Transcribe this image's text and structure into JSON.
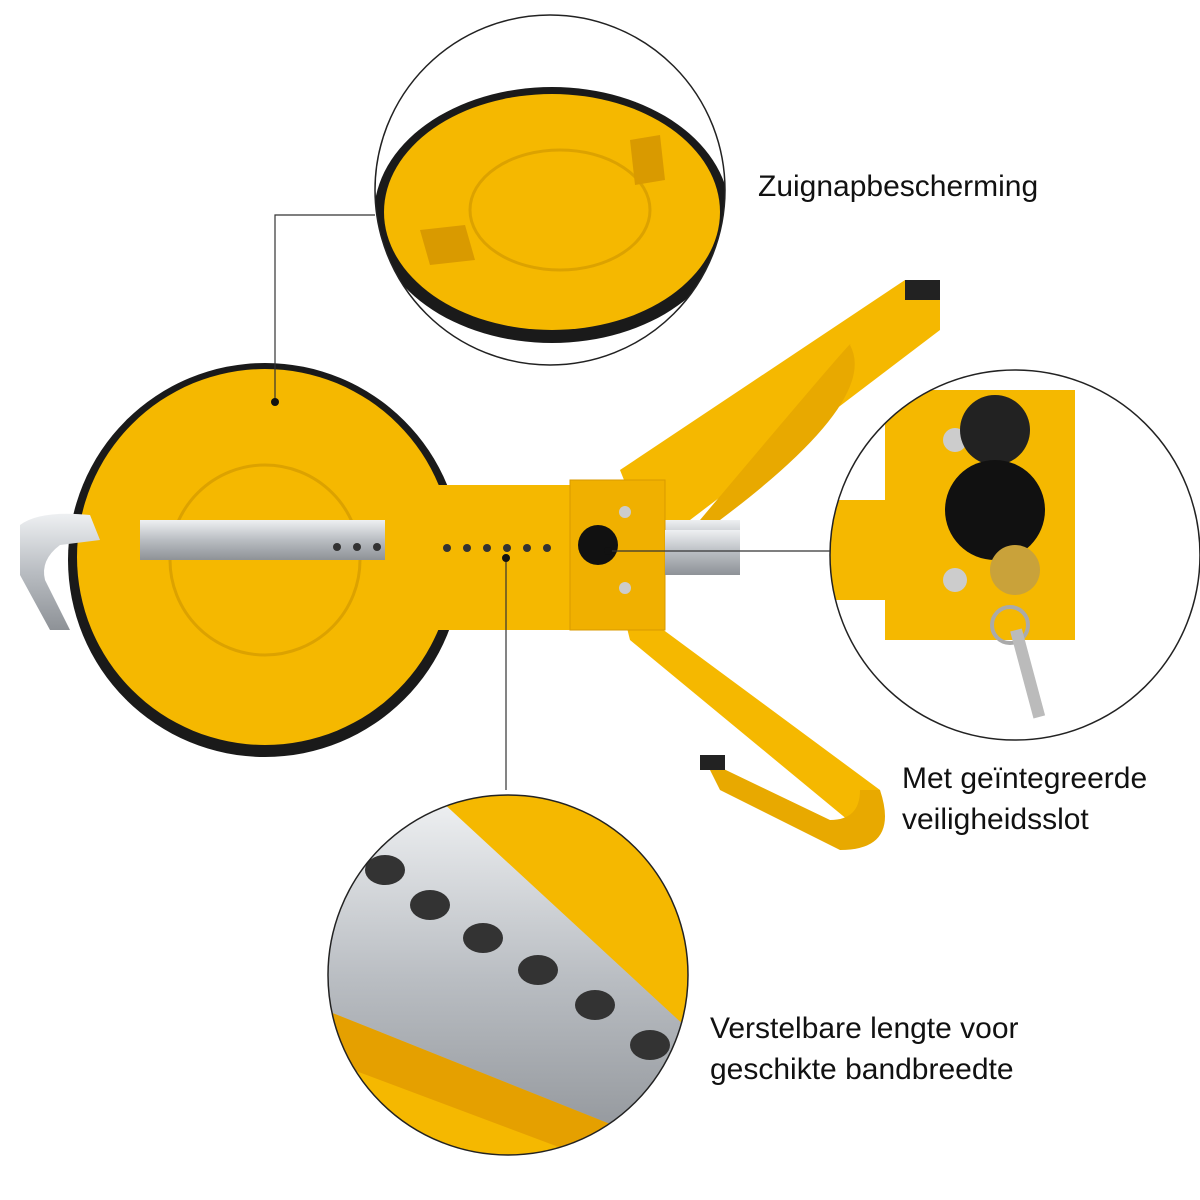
{
  "labels": {
    "suction_cup_cover": "Zuignapbescherming",
    "lock_line1": "Met geïntegreerde",
    "lock_line2": "veiligheidsslot",
    "length_line1": "Verstelbare lengte voor",
    "length_line2": "geschikte bandbreedte"
  },
  "colors": {
    "yellow": "#f5b800",
    "yellow_dark": "#d99a00",
    "rubber": "#1a1a1a",
    "steel": "#c9ccd0"
  }
}
